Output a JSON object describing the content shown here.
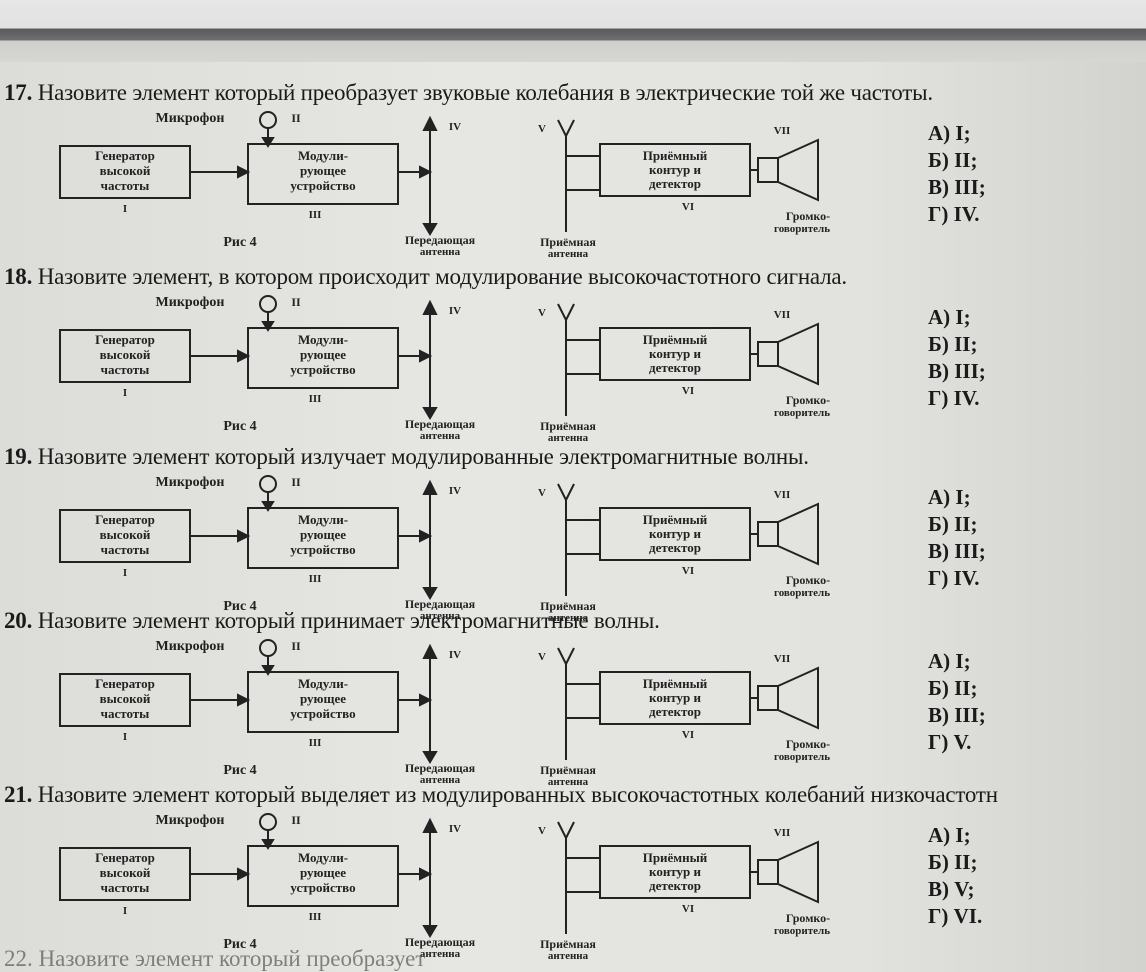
{
  "diagram_labels": {
    "microphone": "Микрофон",
    "mic_num": "II",
    "generator": [
      "Генератор",
      "высокой",
      "частоты"
    ],
    "gen_num": "I",
    "modulator": [
      "Модули-",
      "рующее",
      "устройство"
    ],
    "mod_num": "III",
    "tx_num": "IV",
    "tx_antenna": [
      "Передающая",
      "антенна"
    ],
    "rx_mark": "V",
    "rx_antenna": [
      "Приёмная",
      "антенна"
    ],
    "receiver": [
      "Приёмный",
      "контур и",
      "детектор"
    ],
    "rec_num": "VI",
    "spk_num": "VII",
    "speaker": [
      "Громко-",
      "говоритель"
    ],
    "fig": "Рис 4"
  },
  "questions": [
    {
      "number": "17.",
      "text": "Назовите элемент который преобразует звуковые колебания в электрические той же частоты.",
      "options": [
        "А) I;",
        "Б) II;",
        "В) III;",
        "Г) IV."
      ]
    },
    {
      "number": "18.",
      "text": "Назовите элемент, в котором происходит модулирование высокочастотного сигнала.",
      "options": [
        "А) I;",
        "Б) II;",
        "В) III;",
        "Г) IV."
      ]
    },
    {
      "number": "19.",
      "text": "Назовите элемент который излучает модулированные электромагнитные волны.",
      "options": [
        "А) I;",
        "Б) II;",
        "В) III;",
        "Г) IV."
      ]
    },
    {
      "number": "20.",
      "text": "Назовите элемент который принимает электромагнитные волны.",
      "options": [
        "А) I;",
        "Б) II;",
        "В) III;",
        "Г) V."
      ]
    },
    {
      "number": "21.",
      "text": "Назовите элемент который выделяет из модулированных высокочастотных колебаний низкочастотн",
      "options": [
        "А) I;",
        "Б) II;",
        "В) V;",
        "Г) VI."
      ]
    }
  ],
  "cutoff": {
    "number": "22.",
    "text": "Назовите элемент который преобразует"
  }
}
